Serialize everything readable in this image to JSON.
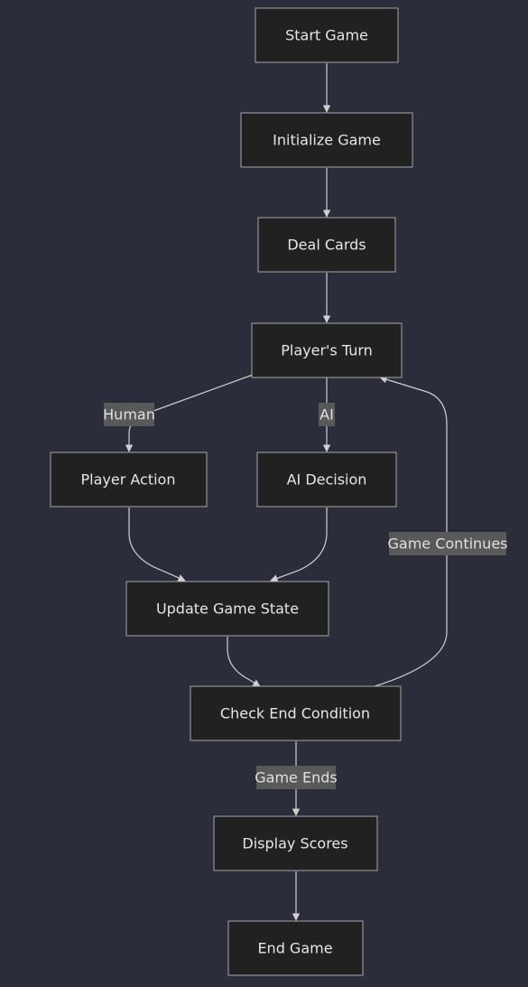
{
  "colors": {
    "background": "#2b2e3a",
    "node_fill": "#212121",
    "node_stroke": "#a6a6a6",
    "node_text": "#e6e6e6",
    "edge": "#d0d0d0",
    "edge_label_bg": "#595959"
  },
  "nodes": {
    "start": "Start Game",
    "init": "Initialize Game",
    "deal": "Deal Cards",
    "turn": "Player's Turn",
    "action": "Player Action",
    "ai": "AI Decision",
    "update": "Update Game State",
    "check": "Check End Condition",
    "scores": "Display Scores",
    "end": "End Game"
  },
  "edge_labels": {
    "human": "Human",
    "ai": "AI",
    "continues": "Game Continues",
    "ends": "Game Ends"
  }
}
